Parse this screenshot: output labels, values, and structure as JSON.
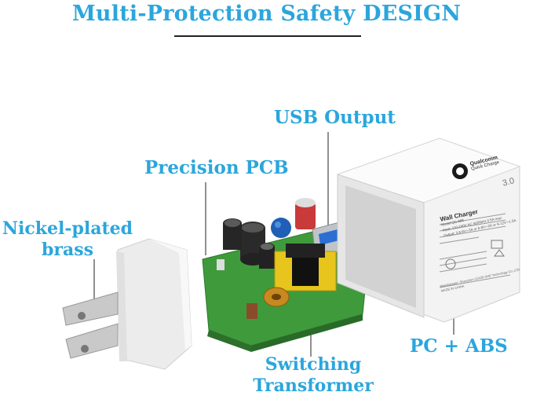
{
  "title": "Multi-Protection Safety DESIGN",
  "labels": {
    "usb_output": "USB Output",
    "precision_pcb": "Precision PCB",
    "nickel_line1": "Nickel-plated",
    "nickel_line2": "brass",
    "pc_abs": "PC + ABS",
    "switching_line1": "Switching",
    "switching_line2": "Transformer"
  },
  "case_text": {
    "brand_line1": "Qualcomm",
    "brand_line2": "Quick Charge",
    "version": "3.0",
    "product": "Wall Charger",
    "model": "Model:QC-888",
    "input": "Input: 110-240V AC 50/60Hz 0.5A max",
    "output": "Output: 3.6-6V⎓3A or 6-9V⎓2A or 9-12V⎓1.5A",
    "manufacturer": "Manufacturer: Shenzhen GOOD-SHE Technology Co.,LTD",
    "made_in": "MADE IN CHINA"
  },
  "colors": {
    "label": "#2ba6dc",
    "pcb": "#3f9a3b",
    "case": "#f2f2f2"
  }
}
